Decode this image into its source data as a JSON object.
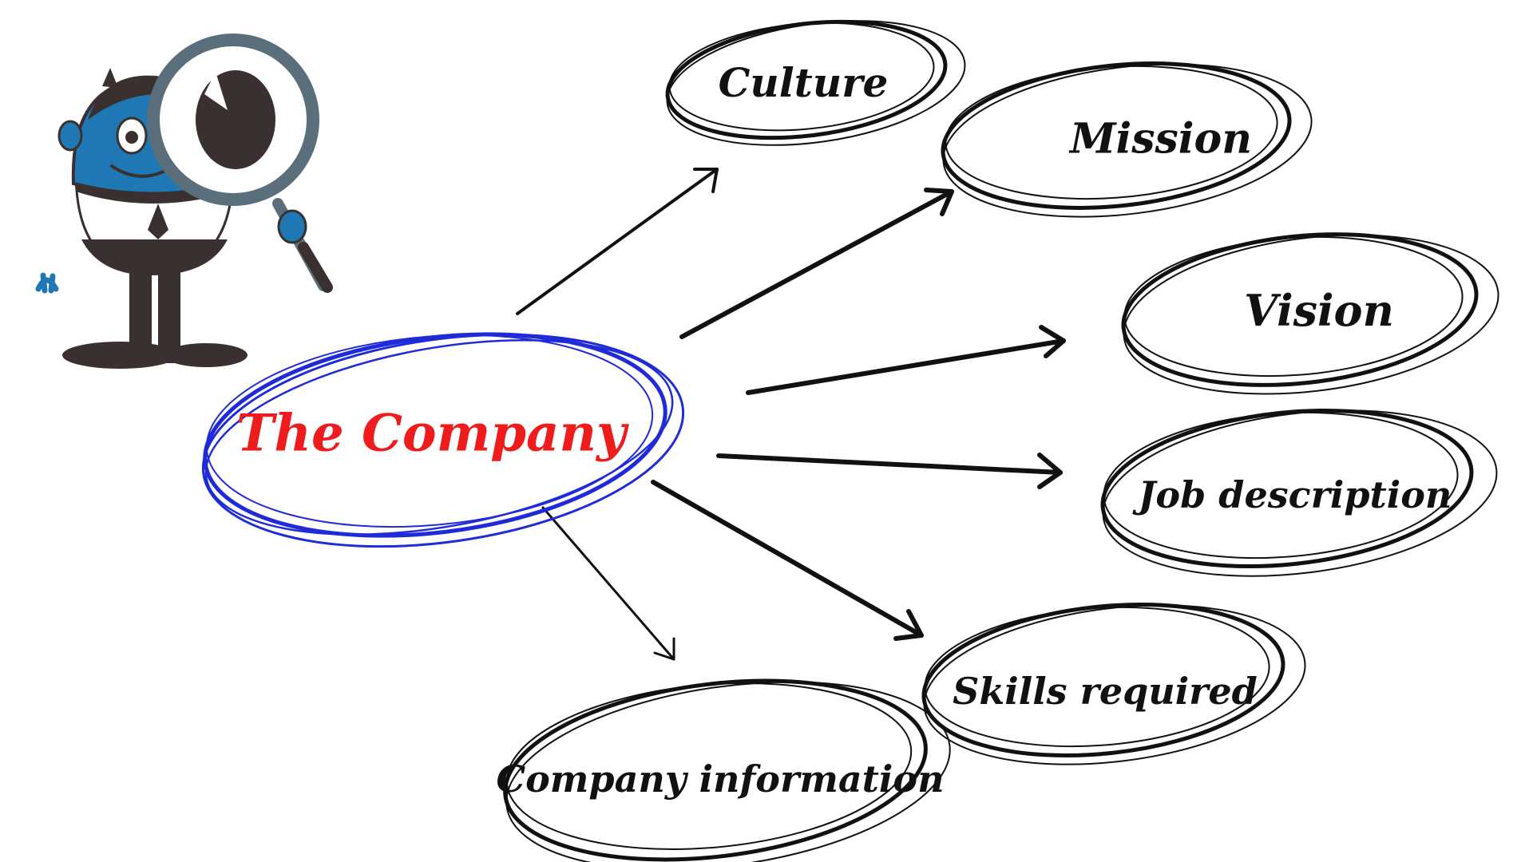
{
  "center": {
    "label": "The Company",
    "text_color": "#ee1c1c",
    "ring_color": "#1f2bd6"
  },
  "nodes": [
    {
      "id": "culture",
      "label": "Culture"
    },
    {
      "id": "mission",
      "label": "Mission"
    },
    {
      "id": "vision",
      "label": "Vision"
    },
    {
      "id": "job-description",
      "label": "Job description"
    },
    {
      "id": "skills-required",
      "label": "Skills required"
    },
    {
      "id": "company-information",
      "label": "Company information"
    }
  ],
  "colors": {
    "ink": "#111111",
    "mascot_blue": "#1f78b4",
    "mascot_dark": "#3a3030",
    "lens_rim": "#5a6e7c"
  },
  "icons": {
    "mascot": "magnifying-glass-mascot-icon"
  }
}
